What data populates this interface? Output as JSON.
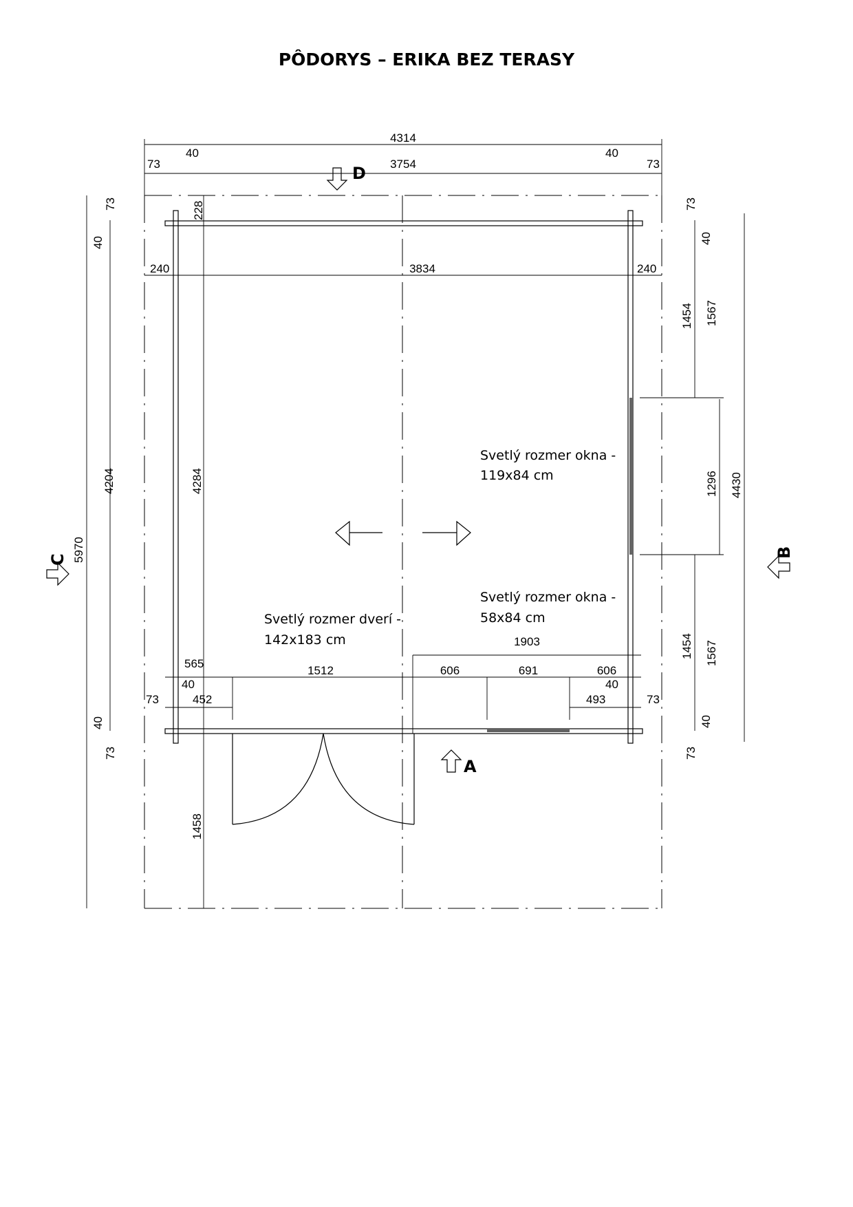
{
  "title": "PÔDORYS – ERIKA BEZ TERASY",
  "dimensions": {
    "total_width": "4314",
    "axis_width": "3754",
    "inner_width": "3834",
    "overhang": "73",
    "board": "40",
    "wall": "240",
    "wall_top": "228",
    "total_depth": "5970",
    "depth_outer": "4204",
    "depth_inner": "4284",
    "right_total": "4430",
    "right_top": "1567",
    "right_top_inner": "1454",
    "window_height": "1296",
    "right_bottom": "1567",
    "right_bottom_inner": "1454",
    "front_565": "565",
    "front_1512": "1512",
    "front_452": "452",
    "front_1903": "1903",
    "front_606a": "606",
    "front_691": "691",
    "front_606b": "606",
    "front_493": "493",
    "door_swing": "1458"
  },
  "notes": {
    "window1_line1": "Svetlý rozmer okna -",
    "window1_line2": "119x84 cm",
    "window2_line1": "Svetlý rozmer okna -",
    "window2_line2": "58x84 cm",
    "door_line1": "Svetlý rozmer dverí -",
    "door_line2": "142x183 cm"
  },
  "markers": {
    "a": "A",
    "b": "B",
    "c": "C",
    "d": "D"
  }
}
